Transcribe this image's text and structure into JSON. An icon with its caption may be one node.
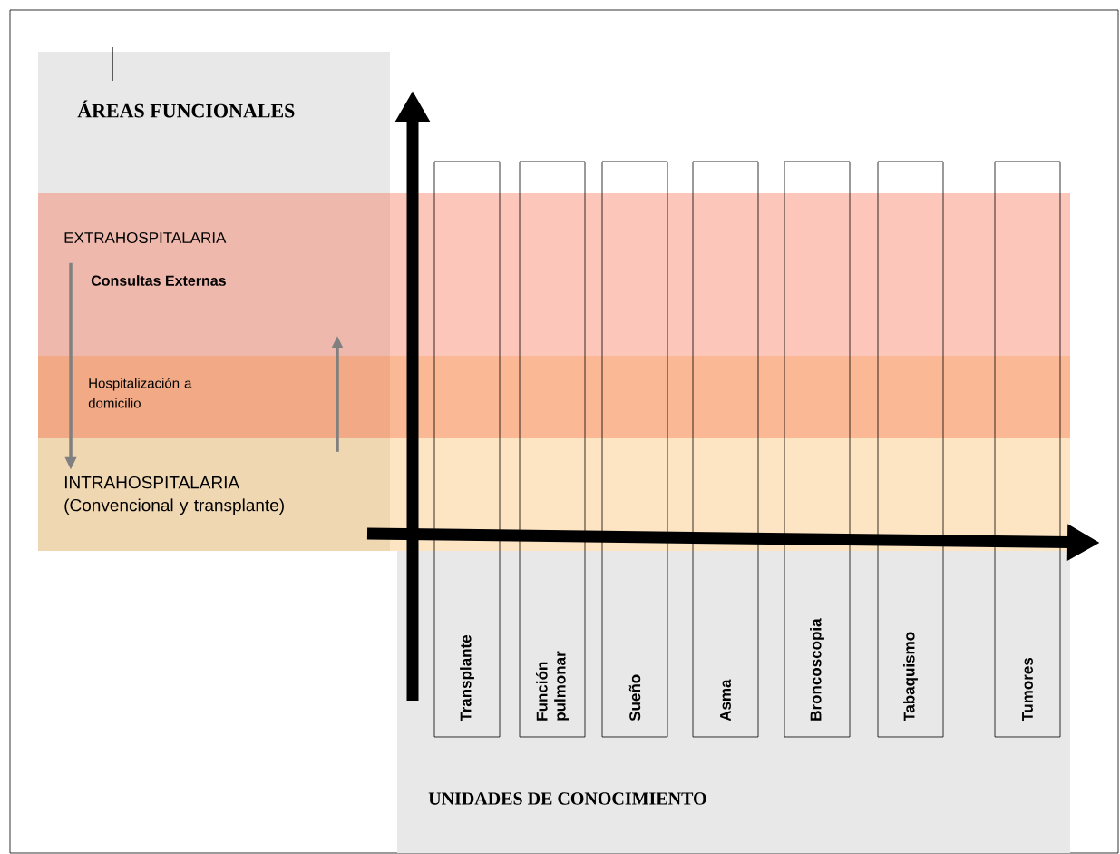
{
  "diagram": {
    "nodes": [
      {
        "text": [
          "ÁREAS FUNCIONALES"
        ]
      },
      {
        "text": [
          "EXTRAHOSPITALARIA",
          "Consultas Externas"
        ]
      },
      {
        "text": [
          "Hospitalización a domicilio"
        ]
      },
      {
        "text": [
          "INTRAHOSPITALARIA (Convencional y transplante)"
        ]
      },
      {
        "text": [
          "UNIDADES DE CONOCIMIENTO"
        ]
      },
      {
        "text": [
          "Transplante"
        ]
      },
      {
        "text": [
          "Función pulmonar"
        ]
      },
      {
        "text": [
          "Sueño"
        ]
      },
      {
        "text": [
          "Asma"
        ]
      },
      {
        "text": [
          "Broncoscopia"
        ]
      },
      {
        "text": [
          "Tabaquismo"
        ]
      },
      {
        "text": [
          "Tumores"
        ]
      }
    ],
    "edges": [
      {
        "from": 1,
        "to": 3,
        "arrow": "to"
      },
      {
        "from": 3,
        "to": 1,
        "arrow": "to"
      }
    ]
  }
}
